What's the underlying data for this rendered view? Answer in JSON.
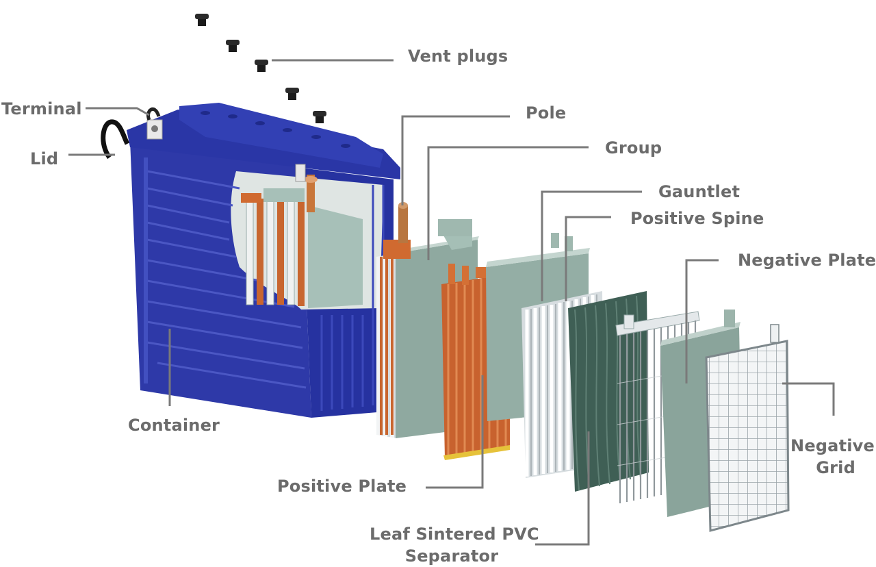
{
  "diagram": {
    "labels": {
      "vent_plugs": "Vent plugs",
      "terminal": "Terminal",
      "lid": "Lid",
      "pole": "Pole",
      "group": "Group",
      "gauntlet": "Gauntlet",
      "positive_spine": "Positive Spine",
      "negative_plate": "Negative Plate",
      "container": "Container",
      "negative_grid_line1": "Negative",
      "negative_grid_line2": "Grid",
      "positive_plate": "Positive Plate",
      "separator_line1": "Leaf Sintered PVC",
      "separator_line2": "Separator"
    }
  },
  "colors": {
    "label_text": "#6b6b6b",
    "leader_line": "#7a7a7a",
    "container_blue": "#2e39a8",
    "container_dark": "#1c2580",
    "plate_green": "#8fa9a0",
    "plate_light": "#b9cdc6",
    "copper": "#c8622e",
    "separator_green": "#3f5f55",
    "grid_white": "#e9ecef"
  }
}
